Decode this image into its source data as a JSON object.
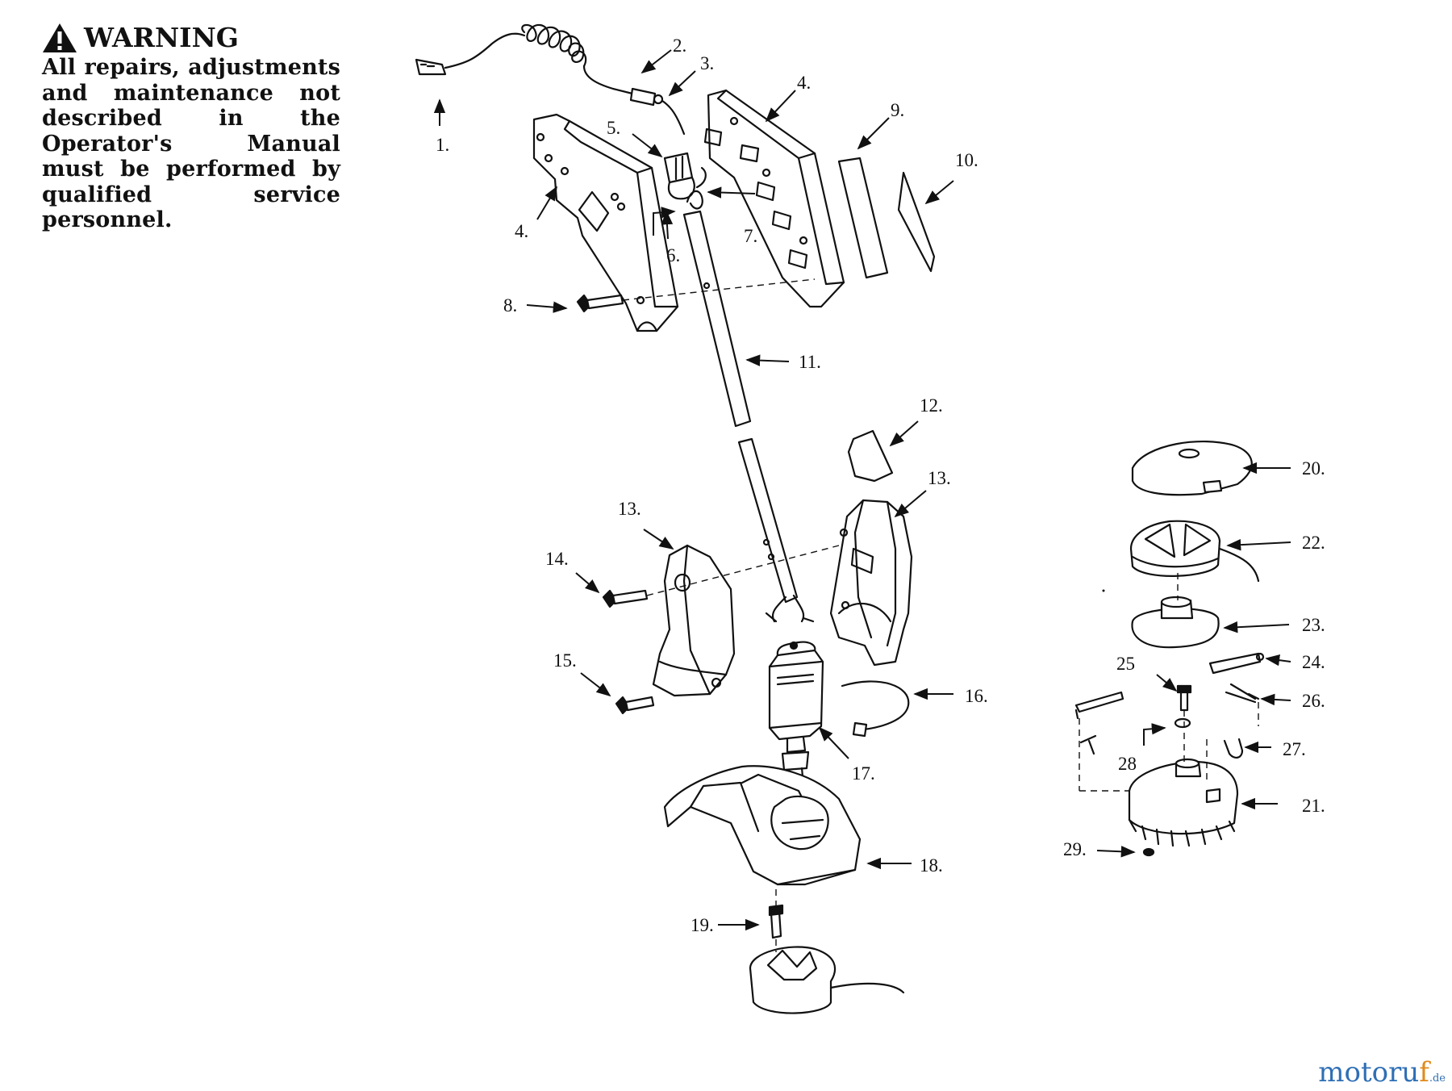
{
  "warning": {
    "title": "WARNING",
    "text": "All repairs, adjustments and maintenance not described in the Operator's Manual must be performed by qualified service personnel."
  },
  "watermark": {
    "brand_part1": "motoru",
    "brand_part2": "f",
    "brand_suffix": ".de"
  },
  "callouts": [
    "1.",
    "2.",
    "3.",
    "4.",
    "4.",
    "5.",
    "6.",
    "7.",
    "8.",
    "9.",
    "10.",
    "11.",
    "12.",
    "13.",
    "13.",
    "14.",
    "15.",
    "16.",
    "17.",
    "18.",
    "19.",
    "20.",
    "21.",
    "22.",
    "23.",
    "24.",
    "25",
    "26.",
    "27.",
    "28",
    "29."
  ],
  "colors": {
    "ink": "#111111",
    "background": "#ffffff",
    "watermark_blue": "#2f6fb5",
    "watermark_orange": "#e08a1c"
  }
}
